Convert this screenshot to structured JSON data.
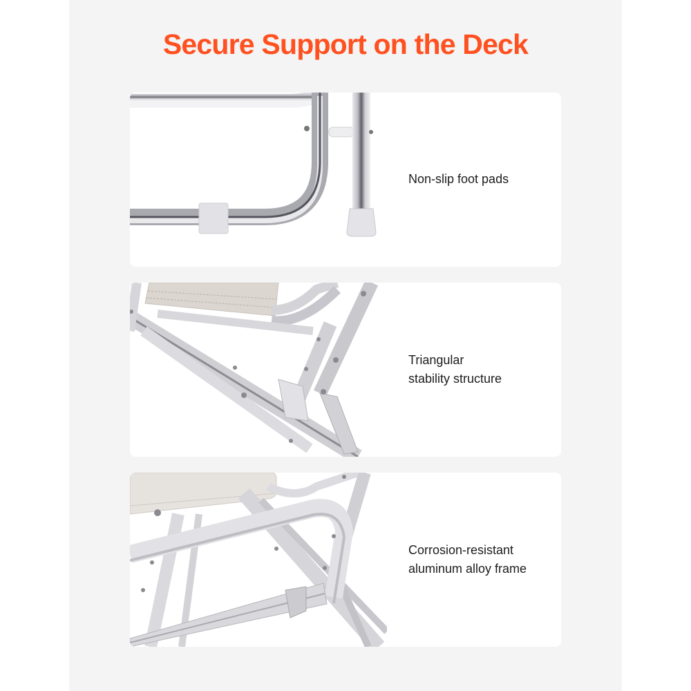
{
  "page": {
    "title": "Secure Support on the Deck",
    "accent_color": "#ff5020",
    "background_color": "#f4f4f4"
  },
  "features": [
    {
      "label": "Non-slip foot pads",
      "lines": [
        "Non-slip foot pads"
      ],
      "image": "chair-leg-foot-pad-photo"
    },
    {
      "label": "Triangular stability structure",
      "lines": [
        "Triangular",
        "stability structure"
      ],
      "image": "triangular-frame-photo"
    },
    {
      "label": "Corrosion-resistant aluminum alloy frame",
      "lines": [
        "Corrosion-resistant",
        "aluminum alloy frame"
      ],
      "image": "aluminum-frame-photo"
    }
  ]
}
